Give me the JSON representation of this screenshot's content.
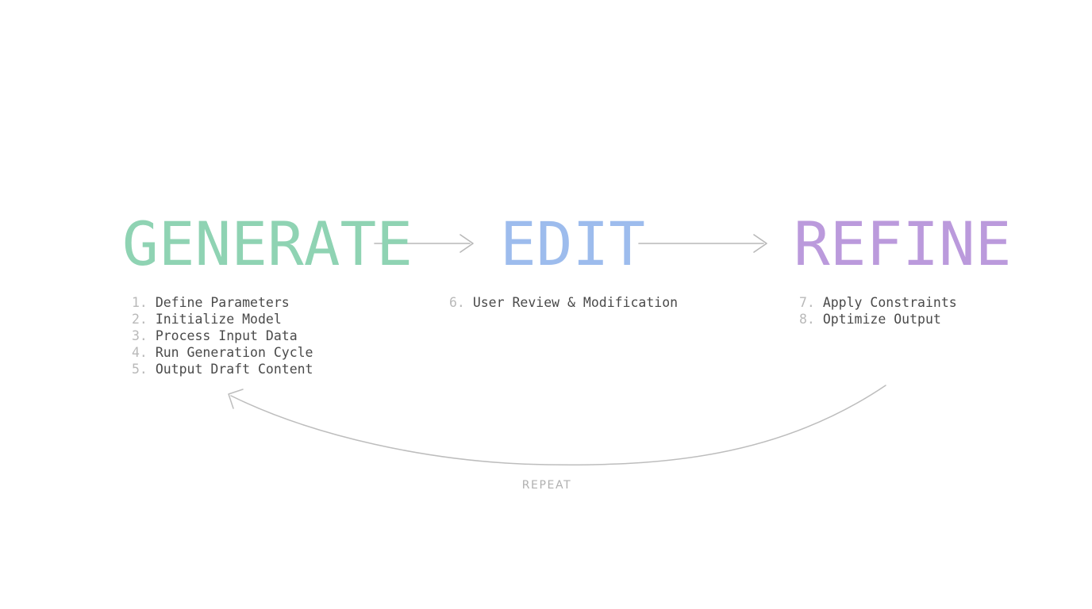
{
  "diagram": {
    "title_sequence": [
      "GENERATE",
      "EDIT",
      "REFINE"
    ],
    "background_color": "#ffffff",
    "stages": [
      {
        "id": "generate",
        "heading": "GENERATE",
        "color": "#8fd3b3",
        "steps": [
          {
            "num": "1.",
            "label": "Define Parameters"
          },
          {
            "num": "2.",
            "label": "Initialize Model"
          },
          {
            "num": "3.",
            "label": "Process Input Data"
          },
          {
            "num": "4.",
            "label": "Run Generation Cycle"
          },
          {
            "num": "5.",
            "label": "Output Draft Content"
          }
        ]
      },
      {
        "id": "edit",
        "heading": "EDIT",
        "color": "#9dbced",
        "steps": [
          {
            "num": "6.",
            "label": "User Review & Modification"
          }
        ]
      },
      {
        "id": "refine",
        "heading": "REFINE",
        "color": "#bb9adc",
        "steps": [
          {
            "num": "7.",
            "label": "Apply Constraints"
          },
          {
            "num": "8.",
            "label": "Optimize Output"
          }
        ]
      }
    ],
    "connectors": {
      "color": "#b5b5b5",
      "forward_arrows": [
        {
          "name": "arrow-generate-to-edit",
          "from": "GENERATE",
          "to": "EDIT"
        },
        {
          "name": "arrow-edit-to-refine",
          "from": "EDIT",
          "to": "REFINE"
        }
      ],
      "feedback_arrow": {
        "name": "arrow-refine-to-generate",
        "from": "REFINE",
        "to": "GENERATE",
        "label": "REPEAT",
        "label_color": "#b0b0b0"
      }
    },
    "step_number_color": "#b9b9b9",
    "step_label_color": "#4a4a4a"
  }
}
